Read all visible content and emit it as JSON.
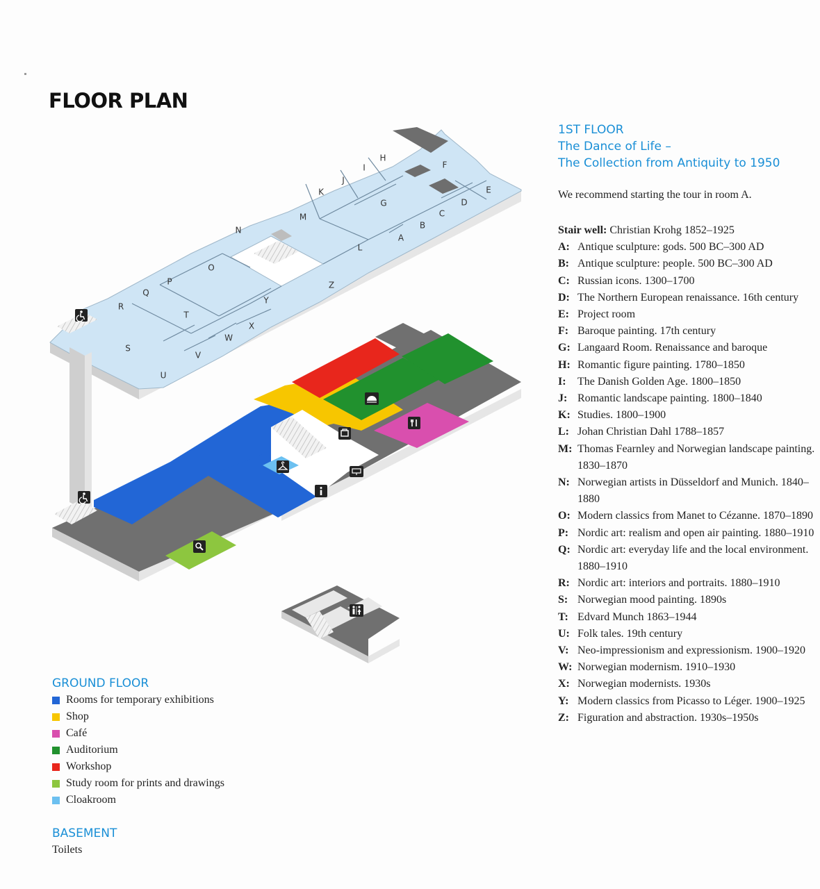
{
  "title": "FLOOR PLAN",
  "first_floor": {
    "heading_lines": [
      "1ST FLOOR",
      "The Dance of Life –",
      "The Collection from Antiquity to 1950"
    ],
    "intro": "We recommend starting the tour in room A.",
    "stairwell": {
      "label": "Stair well:",
      "text": "Christian Krohg 1852–1925"
    },
    "rooms": [
      {
        "code": "A:",
        "desc": "Antique sculpture: gods. 500 BC–300 AD"
      },
      {
        "code": "B:",
        "desc": "Antique sculpture: people. 500 BC–300 AD"
      },
      {
        "code": "C:",
        "desc": "Russian icons. 1300–1700"
      },
      {
        "code": "D:",
        "desc": "The Northern European renaissance. 16th century"
      },
      {
        "code": "E:",
        "desc": "Project room"
      },
      {
        "code": "F:",
        "desc": "Baroque painting. 17th century"
      },
      {
        "code": "G:",
        "desc": "Langaard Room. Renaissance and baroque"
      },
      {
        "code": "H:",
        "desc": "Romantic figure painting. 1780–1850"
      },
      {
        "code": "I:",
        "desc": "The Danish Golden Age. 1800–1850"
      },
      {
        "code": "J:",
        "desc": "Romantic landscape painting. 1800–1840"
      },
      {
        "code": "K:",
        "desc": "Studies. 1800–1900"
      },
      {
        "code": "L:",
        "desc": "Johan Christian Dahl 1788–1857"
      },
      {
        "code": "M:",
        "desc": "Thomas Fearnley and Norwegian landscape painting. 1830–1870"
      },
      {
        "code": "N:",
        "desc": "Norwegian artists in Düsseldorf and Munich. 1840–1880"
      },
      {
        "code": "O:",
        "desc": "Modern classics from Manet to Cézanne. 1870–1890"
      },
      {
        "code": "P:",
        "desc": "Nordic art: realism and open air painting. 1880–1910"
      },
      {
        "code": "Q:",
        "desc": "Nordic art: everyday life and the local environment. 1880–1910"
      },
      {
        "code": "R:",
        "desc": "Nordic art: interiors and portraits. 1880–1910"
      },
      {
        "code": "S:",
        "desc": "Norwegian mood painting. 1890s"
      },
      {
        "code": "T:",
        "desc": "Edvard Munch 1863–1944"
      },
      {
        "code": "U:",
        "desc": "Folk tales. 19th century"
      },
      {
        "code": "V:",
        "desc": "Neo-impressionism and expressionism. 1900–1920"
      },
      {
        "code": "W:",
        "desc": "Norwegian modernism. 1910–1930"
      },
      {
        "code": "X:",
        "desc": "Norwegian modernists. 1930s"
      },
      {
        "code": "Y:",
        "desc": "Modern classics from Picasso to Léger. 1900–1925"
      },
      {
        "code": "Z:",
        "desc": "Figuration and abstraction. 1930s–1950s"
      }
    ]
  },
  "ground_floor": {
    "heading": "GROUND FLOOR",
    "items": [
      {
        "label": "Rooms for temporary exhibitions",
        "color": "#2266d6"
      },
      {
        "label": "Shop",
        "color": "#f7c600"
      },
      {
        "label": "Café",
        "color": "#d94fae"
      },
      {
        "label": "Auditorium",
        "color": "#21912e"
      },
      {
        "label": "Workshop",
        "color": "#e8261c"
      },
      {
        "label": "Study room for prints and drawings",
        "color": "#8dc63f"
      },
      {
        "label": "Cloakroom",
        "color": "#6cc0f0"
      }
    ]
  },
  "basement": {
    "heading": "BASEMENT",
    "items": [
      {
        "label": "Toilets"
      }
    ]
  },
  "map_room_labels": [
    "A",
    "B",
    "C",
    "D",
    "E",
    "F",
    "G",
    "H",
    "I",
    "J",
    "K",
    "L",
    "M",
    "N",
    "O",
    "P",
    "Q",
    "R",
    "S",
    "T",
    "U",
    "V",
    "W",
    "X",
    "Y",
    "Z"
  ],
  "colors": {
    "first_floor": "#cfe5f5",
    "wall_side": "#d8d8d8",
    "grey_area": "#6e6e6e",
    "accent_heading": "#1a8fd6"
  },
  "icons": [
    "wheelchair-icon",
    "info-icon",
    "cloakroom-icon",
    "shop-icon",
    "cafe-icon",
    "auditorium-icon",
    "ticket-icon",
    "magnifier-icon",
    "toilets-icon"
  ]
}
